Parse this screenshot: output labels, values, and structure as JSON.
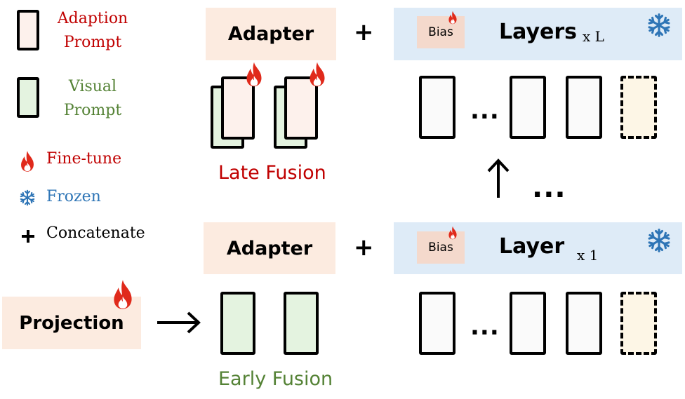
{
  "legend": {
    "adaption_prompt": "Adaption Prompt",
    "adaption_prompt_line1": "Adaption",
    "adaption_prompt_line2": "Prompt",
    "visual_prompt_line1": "Visual",
    "visual_prompt_line2": "Prompt",
    "fine_tune": "Fine-tune",
    "frozen": "Frozen",
    "concatenate": "Concatenate"
  },
  "top": {
    "adapter": "Adapter",
    "plus": "+",
    "bias": "Bias",
    "layers": "Layers",
    "multiplier": "x L",
    "fusion": "Late Fusion"
  },
  "bottom": {
    "adapter": "Adapter",
    "plus": "+",
    "bias": "Bias",
    "layer": "Layer",
    "multiplier": "x 1",
    "fusion": "Early Fusion",
    "projection": "Projection"
  },
  "ellipsis": "...",
  "icons": [
    "flame-icon",
    "snowflake-icon",
    "plus-icon",
    "arrow-right-icon",
    "arrow-up-icon"
  ],
  "colors": {
    "adaption_red": "#c00000",
    "visual_green": "#548235",
    "frozen_blue": "#2e75b6",
    "peach_fill": "#fcebe0",
    "blue_fill": "#deebf7",
    "green_fill": "#e4f3e0",
    "dashed_fill": "#fdf6e6"
  }
}
